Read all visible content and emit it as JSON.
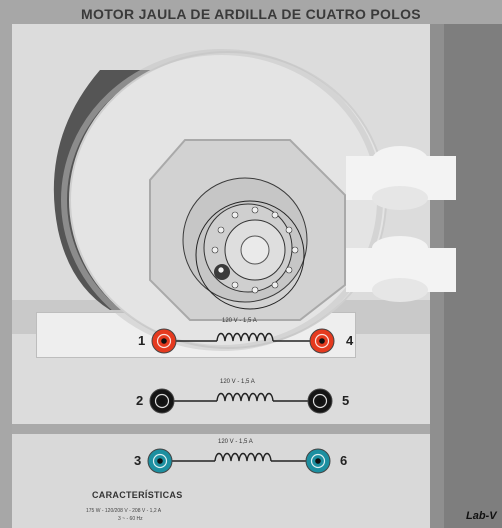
{
  "title": "MOTOR JAULA DE ARDILLA DE CUATRO POLOS",
  "coils": [
    {
      "label": "120 V - 1,5 A",
      "start_terminal": "1",
      "end_terminal": "4",
      "color": "#e53a1f"
    },
    {
      "label": "120 V - 1,5 A",
      "start_terminal": "2",
      "end_terminal": "5",
      "color": "#151515"
    },
    {
      "label": "120 V - 1,5 A",
      "start_terminal": "3",
      "end_terminal": "6",
      "color": "#1c8fa0"
    }
  ],
  "characteristics": {
    "title": "CARACTERÍSTICAS",
    "line1": "175 W - 120/208 V - 208 V - 1,2 A",
    "line2": "3 ~ - 60 Hz"
  },
  "logo": "Lab-V"
}
